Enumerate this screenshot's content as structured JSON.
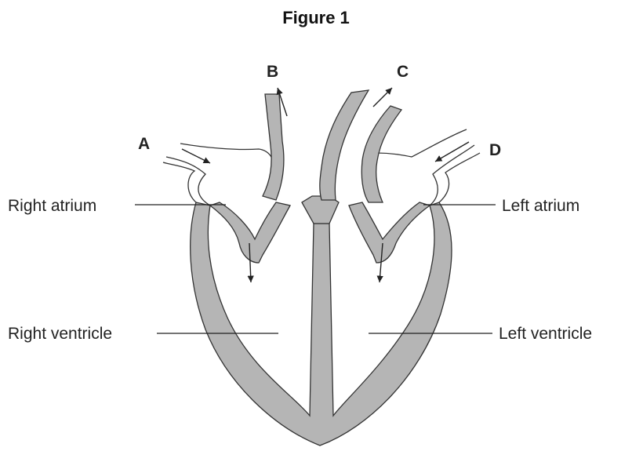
{
  "figure": {
    "title": "Figure 1"
  },
  "letters": {
    "a": "A",
    "b": "B",
    "c": "C",
    "d": "D"
  },
  "labels": {
    "right_atrium": "Right atrium",
    "left_atrium": "Left atrium",
    "right_ventricle": "Right ventricle",
    "left_ventricle": "Left ventricle"
  },
  "colors": {
    "tissue_fill": "#b5b5b5",
    "outline": "#333333",
    "text": "#222222"
  }
}
